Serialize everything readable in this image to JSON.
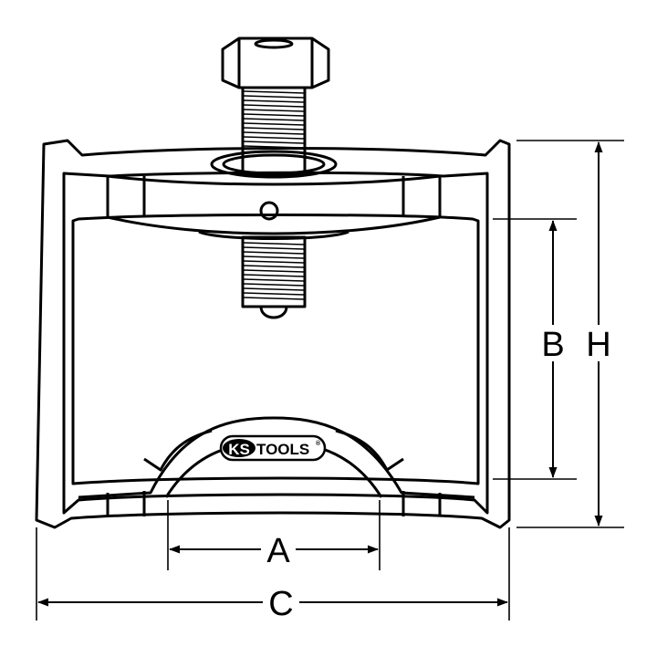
{
  "dimension_labels": {
    "A": "A",
    "B": "B",
    "C": "C",
    "H": "H"
  },
  "logo": {
    "brand_ks": "KS",
    "brand_tools": "TOOLS",
    "registered_mark": "®"
  },
  "colors": {
    "line": "#000000",
    "background": "#ffffff"
  }
}
